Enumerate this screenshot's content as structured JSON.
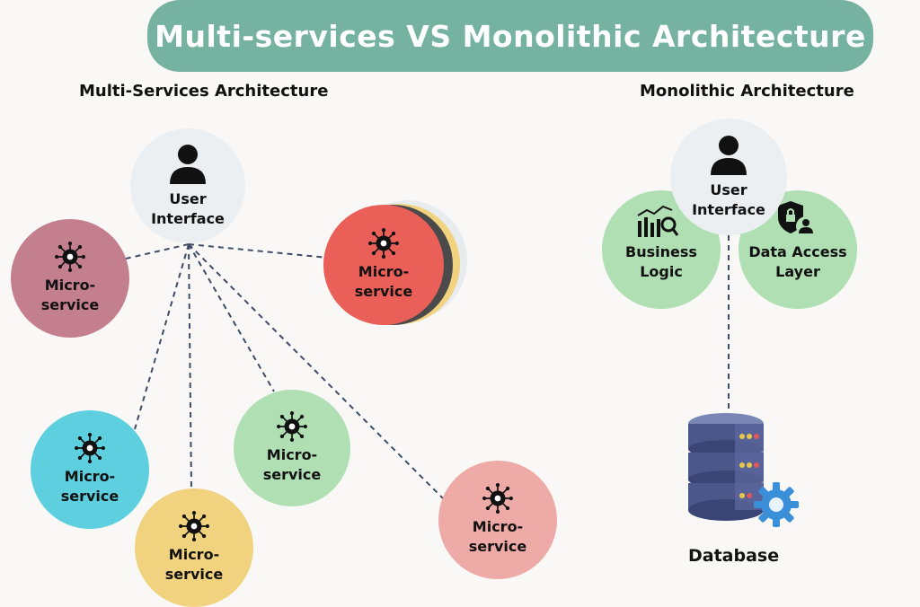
{
  "title": "Multi-services VS Monolithic Architecture",
  "multi": {
    "heading": "Multi-Services Architecture",
    "user_interface": {
      "line1": "User",
      "line2": "Interface"
    },
    "services": [
      {
        "line1": "Micro-",
        "line2": "service",
        "color": "#c47f8f"
      },
      {
        "line1": "Micro-",
        "line2": "service",
        "color": "#ea5f58"
      },
      {
        "line1": "Micro-",
        "line2": "service",
        "color": "#5ecfdf"
      },
      {
        "line1": "Micro-",
        "line2": "service",
        "color": "#f1d27f"
      },
      {
        "line1": "Micro-",
        "line2": "service",
        "color": "#b0dfb4"
      },
      {
        "line1": "Micro-",
        "line2": "service",
        "color": "#eeaaa6"
      }
    ]
  },
  "mono": {
    "heading": "Monolithic Architecture",
    "user_interface": {
      "line1": "User",
      "line2": "Interface"
    },
    "business_logic": {
      "line1": "Business",
      "line2": "Logic"
    },
    "data_access": {
      "line1": "Data Access",
      "line2": "Layer"
    },
    "database": "Database"
  },
  "icons": [
    "person-icon",
    "gear-network-icon",
    "chart-magnifier-icon",
    "shield-user-icon",
    "database-server-icon",
    "gear-icon"
  ]
}
